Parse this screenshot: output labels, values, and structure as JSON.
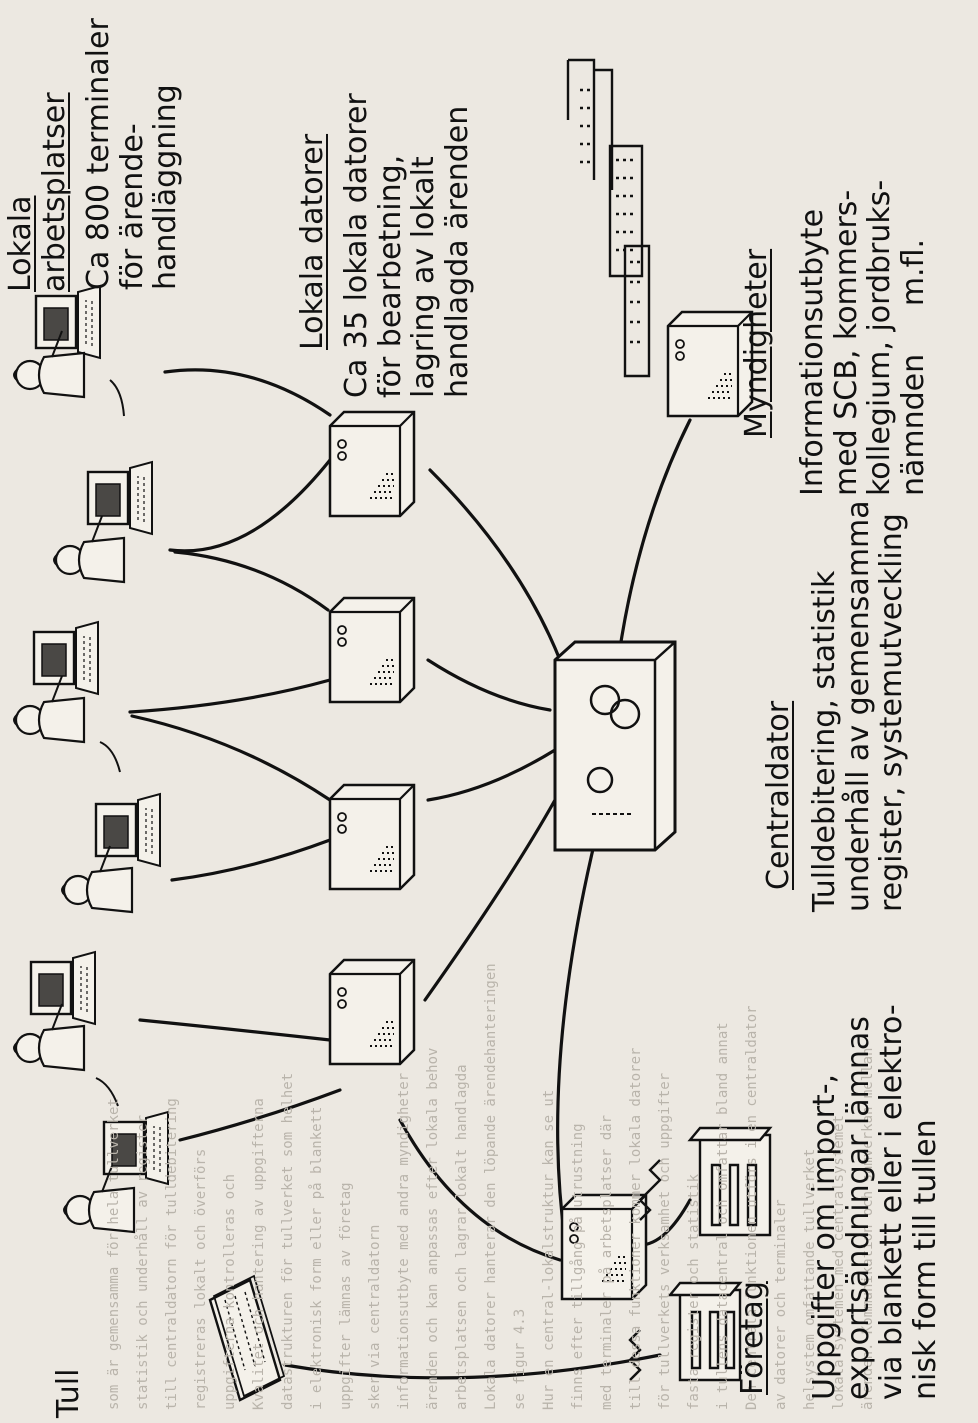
{
  "labels": {
    "tull": "Tull",
    "lokala_arbetsplatser": "Lokala\narbetsplatser",
    "terminaler": "Ca 800 terminaler\nför ärende-\nhandläggning",
    "lokala_datorer": "Lokala datorer",
    "lokala_datorer_desc": "Ca 35 lokala datorer\nför bearbetning,\nlagring av lokalt\nhandlagda ärenden",
    "myndigheter": "Myndigheter",
    "myndigheter_desc": "Informationsutbyte\nmed SCB, kommers-\nkollegium, jordbruks-\nnämnden     m.fl.",
    "centraldator": "Centraldator",
    "centraldator_desc": "Tulldebitering, statistik\nunderhåll av gemensamma\nregister, systemutveckling",
    "foretag": "Företag",
    "foretag_desc": "Uppgifter om import-,\nexportsändningar lämnas\nvia blankett eller i elektro-\nnisk form till tullen"
  },
  "background_text": [
    "ärenden. Kommunikation och samverkan mellan",
    "lokala systemen med centralsystemet",
    "helsystem omfattande tullverket",
    "av datorer och terminaler",
    "Den centrala funktionen utförs i en centraldator",
    "i tullens datacentral och omfattar bland annat",
    "fasta register och statistik",
    "för tullverkets verksamhet och uppgifter",
    "till dessa funktioner kommer lokala datorer",
    "med terminaler på arbetsplatser där",
    "finns efter tillgång på utrustning",
    "Hur en central-lokalstruktur kan se ut",
    "se figur 4.3",
    "Lokala datorer hanterar den löpande ärendehanteringen",
    "arbetsplatsen och lagrar lokalt handlagda",
    "ärenden och kan anpassas efter lokala behov",
    "informationsutbyte med andra myndigheter",
    "sker via centraldatorn",
    "uppgifter lämnas av företag",
    "i elektronisk form eller på blankett",
    "datastrukturen för tullverket som helhet",
    "Kvalitet och hantering av uppgifterna",
    "uppgifterna kontrolleras och",
    "registreras lokalt och överförs",
    "till centraldatorn för tulldebitering",
    "statistik och underhåll av register",
    "som är gemensamma för hela tullverket"
  ]
}
